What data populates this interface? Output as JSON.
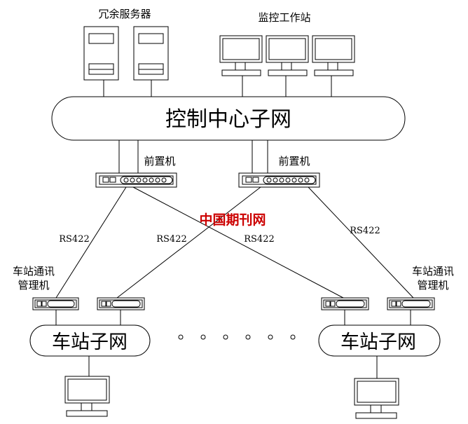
{
  "labels": {
    "servers": "冗余服务器",
    "workstations": "监控工作站",
    "control_net": "控制中心子网",
    "fep_left": "前置机",
    "fep_right": "前置机",
    "rs_1": "RS422",
    "rs_2": "RS422",
    "rs_3": "RS422",
    "rs_4": "RS422",
    "mgr_left_line1": "车站通讯",
    "mgr_left_line2": "管理机",
    "mgr_right_line1": "车站通讯",
    "mgr_right_line2": "管理机",
    "station_left": "车站子网",
    "station_right": "车站子网",
    "watermark": "中国期刊网"
  },
  "colors": {
    "line": "#000000",
    "background": "#ffffff",
    "watermark": "#cc0000"
  }
}
